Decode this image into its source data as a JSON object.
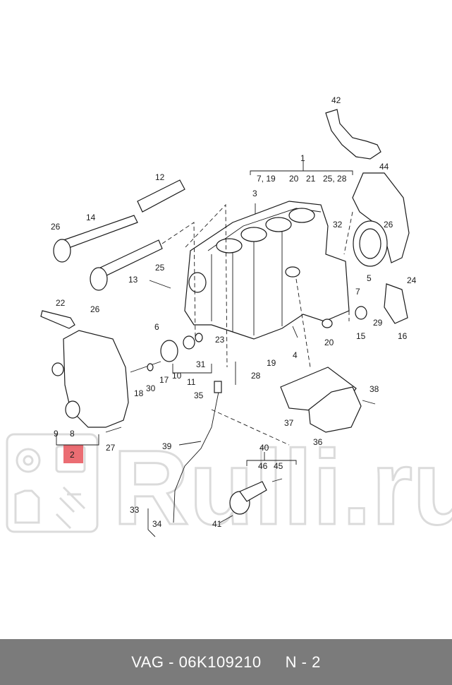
{
  "footer": {
    "part_ref": "VAG - 06K109210",
    "diagram_code": "N - 2"
  },
  "watermark": {
    "text": "Rulli.ru",
    "icons": [
      "gear-icon",
      "oil-bottle-icon",
      "shock-absorber-icon"
    ]
  },
  "callouts": {
    "c1": "1",
    "c2": "2",
    "c3": "3",
    "c4": "4",
    "c5": "5",
    "c6": "6",
    "c7": "7",
    "c7_19": "7, 19",
    "c8": "8",
    "c9": "9",
    "c10": "10",
    "c11": "11",
    "c12": "12",
    "c13": "13",
    "c14": "14",
    "c15": "15",
    "c16": "16",
    "c17": "17",
    "c18": "18",
    "c19": "19",
    "c20": "20",
    "c20b": "20",
    "c21": "21",
    "c22": "22",
    "c23": "23",
    "c24": "24",
    "c25": "25",
    "c25_28": "25, 28",
    "c26a": "26",
    "c26b": "26",
    "c26c": "26",
    "c27": "27",
    "c28": "28",
    "c29": "29",
    "c30": "30",
    "c31": "31",
    "c32": "32",
    "c33": "33",
    "c34": "34",
    "c35": "35",
    "c36": "36",
    "c37": "37",
    "c38": "38",
    "c39": "39",
    "c40": "40",
    "c41": "41",
    "c42": "42",
    "c44": "44",
    "c45": "45",
    "c46": "46"
  },
  "colors": {
    "line": "#1a1a1a",
    "watermark": "#d8d8d8",
    "highlight": "#e8545b",
    "footer_bg": "#7b7b7b",
    "footer_text": "#ffffff"
  }
}
